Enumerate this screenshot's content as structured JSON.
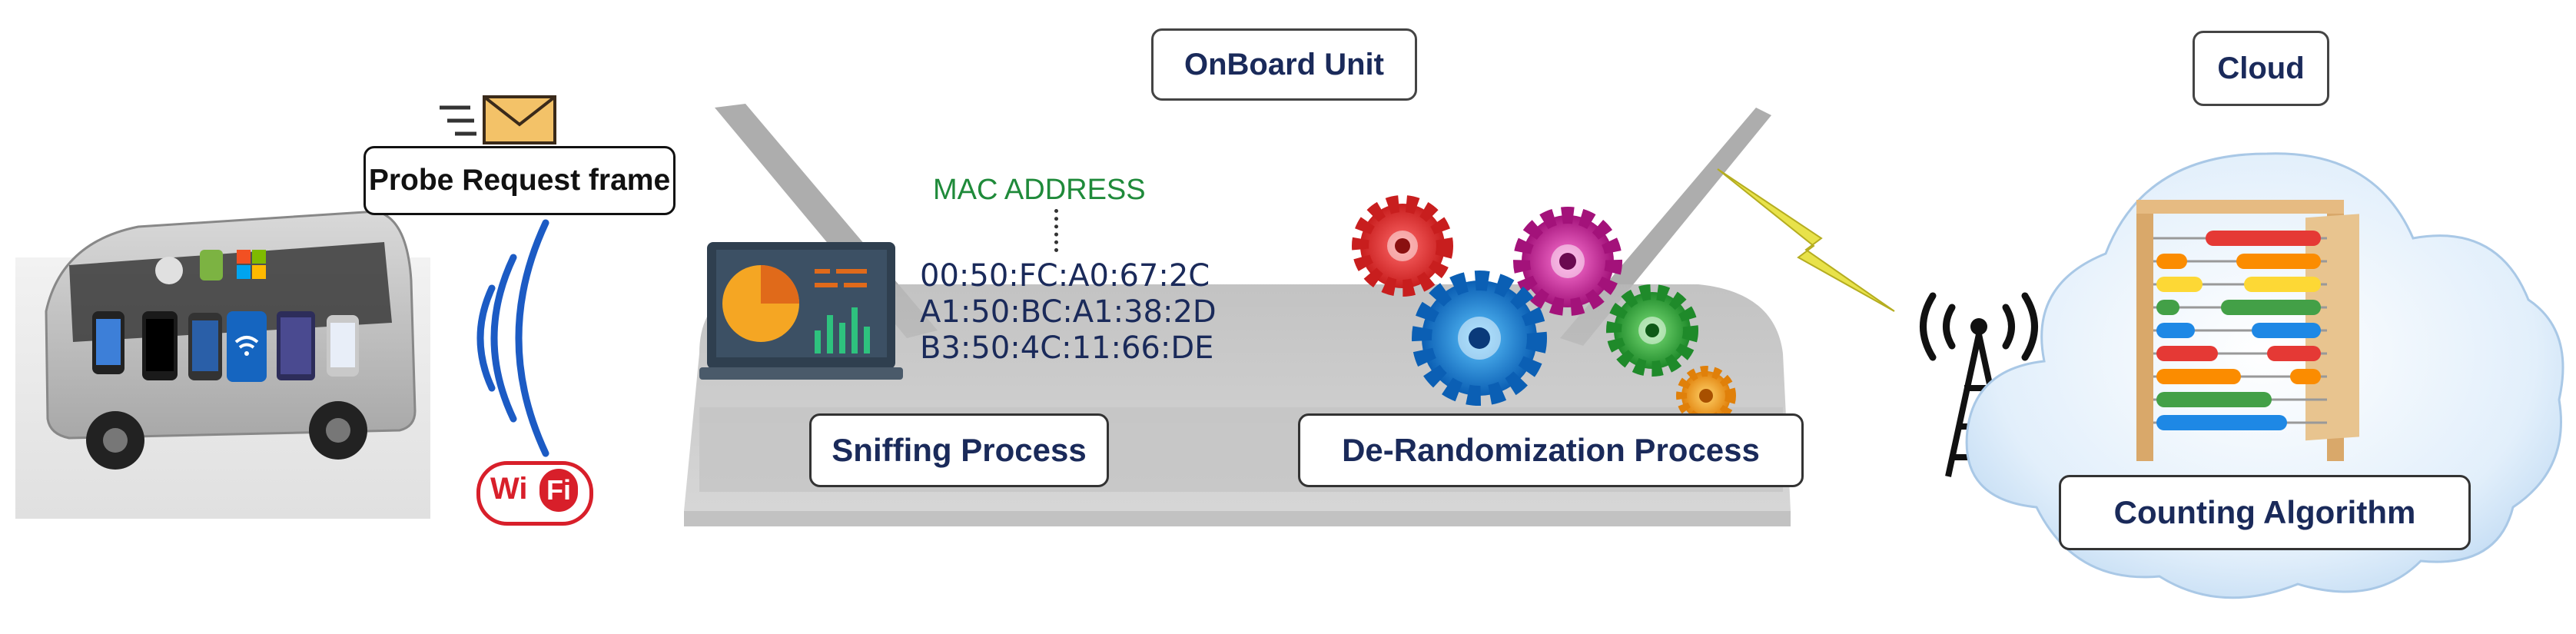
{
  "onboard_unit": {
    "title": "OnBoard Unit"
  },
  "cloud": {
    "title": "Cloud"
  },
  "probe": {
    "label": "Probe Request frame"
  },
  "wifi": {
    "logo_text_left": "Wi",
    "logo_text_right": "Fi"
  },
  "mac": {
    "heading": "MAC ADDRESS",
    "addresses": [
      "00:50:FC:A0:67:2C",
      "A1:50:BC:A1:38:2D",
      "B3:50:4C:11:66:DE"
    ]
  },
  "processes": {
    "sniffing": "Sniffing Process",
    "derandomization": "De-Randomization Process",
    "counting": "Counting Algorithm"
  },
  "colors": {
    "navy_text": "#1a2a5a",
    "mac_heading": "#1f8a3a",
    "signal_blue": "#1c5bc4",
    "wifi_red": "#d81f2a",
    "lightning": "#e8e24a"
  },
  "icons": [
    "bus-icon",
    "envelope-icon",
    "wifi-signal-icon",
    "wifi-logo-icon",
    "router-icon",
    "laptop-chart-icon",
    "gears-icon",
    "antenna-tower-icon",
    "cloud-icon",
    "abacus-icon",
    "lightning-bolt-icon"
  ]
}
